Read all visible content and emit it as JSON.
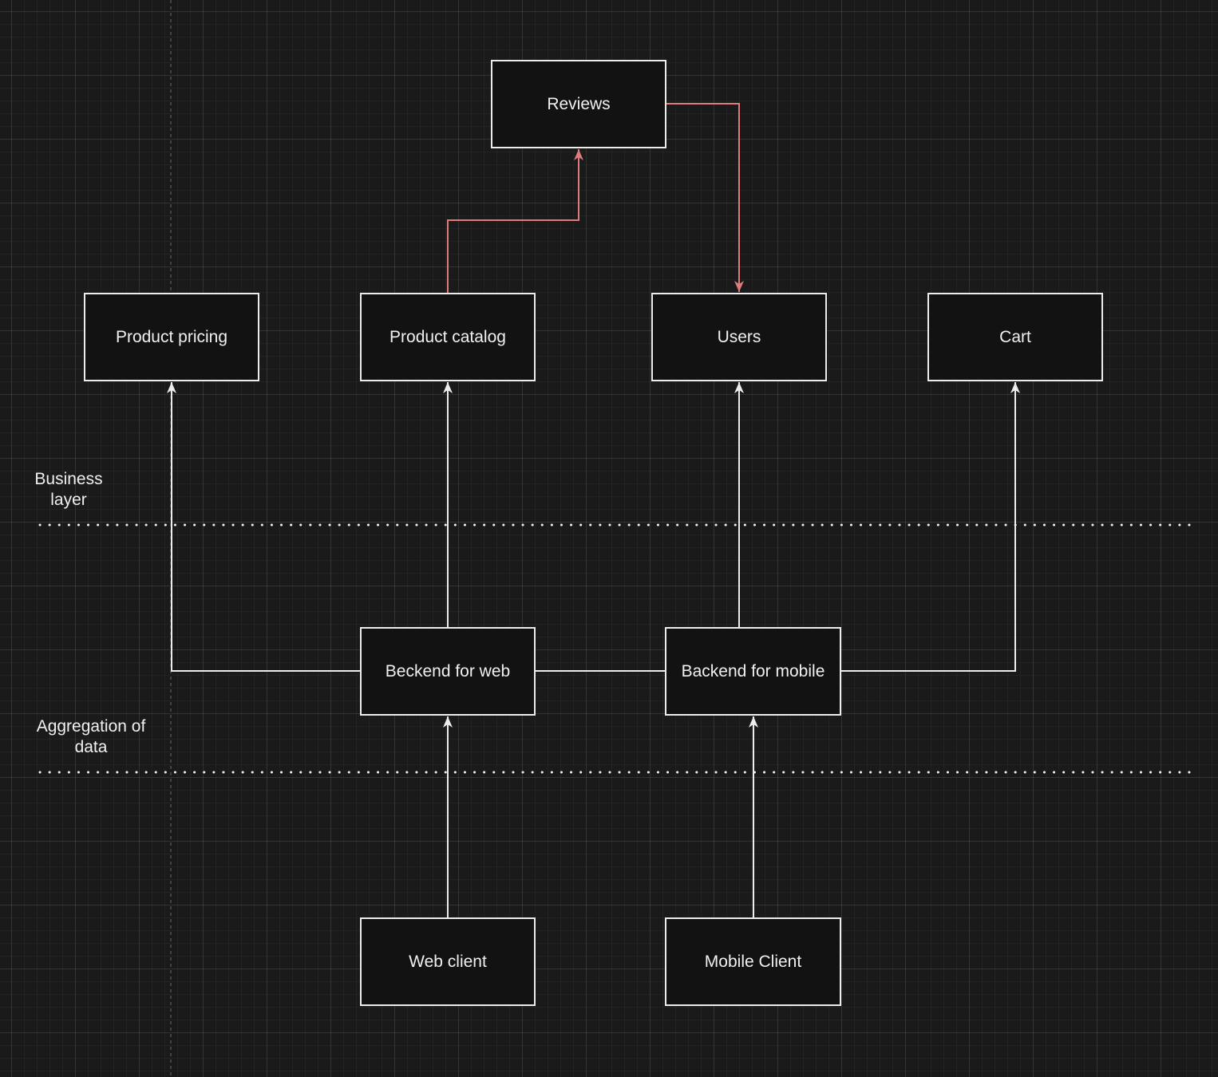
{
  "nodes": {
    "reviews": "Reviews",
    "product_pricing": "Product pricing",
    "product_catalog": "Product catalog",
    "users": "Users",
    "cart": "Cart",
    "backend_web": "Beckend for web",
    "backend_mobile": "Backend for mobile",
    "web_client": "Web client",
    "mobile_client": "Mobile Client"
  },
  "zones": {
    "business_line1": "Business",
    "business_line2": "layer",
    "aggregation_line1": "Aggregation of",
    "aggregation_line2": "data"
  },
  "colors": {
    "canvas_bg": "#1a1a1a",
    "node_fill": "#121212",
    "node_stroke": "#ececec",
    "link": "#ececec",
    "highlight_link": "#e07b7b",
    "text": "#f0f0f0"
  }
}
